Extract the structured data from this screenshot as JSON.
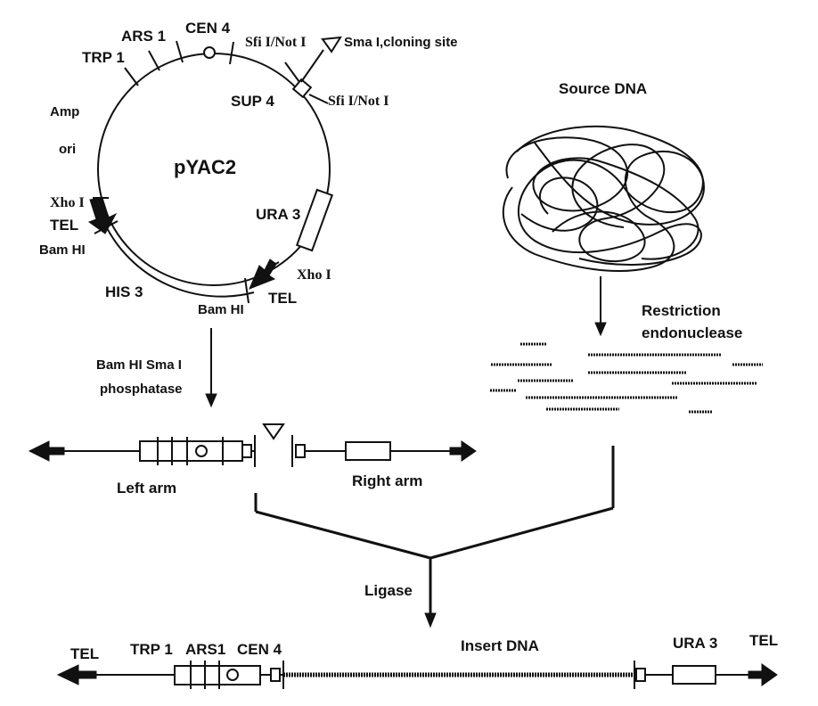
{
  "plasmid": {
    "name": "pYAC2",
    "labels": {
      "ars1": "ARS 1",
      "cen4": "CEN 4",
      "trp1": "TRP 1",
      "sfi_not_top": "Sfi I/Not I",
      "sma_cloning": "Sma I,cloning site",
      "sup4": "SUP 4",
      "sfi_not_bottom": "Sfi I/Not I",
      "amp": "Amp",
      "ori": "ori",
      "ura3": "URA 3",
      "xho_left": "Xho I",
      "tel_left": "TEL",
      "bam_left": "Bam HI",
      "his3": "HIS 3",
      "xho_right": "Xho I",
      "tel_right": "TEL",
      "bam_bottom": "Bam HI"
    }
  },
  "source": {
    "title": "Source DNA",
    "restriction_line1": "Restriction",
    "restriction_line2": "endonuclease"
  },
  "digest": {
    "line1": "Bam HI Sma I",
    "line2": "phosphatase"
  },
  "arms": {
    "left": "Left arm",
    "right": "Right arm"
  },
  "ligase": "Ligase",
  "final": {
    "tel_left": "TEL",
    "trp1": "TRP 1",
    "ars1": "ARS1",
    "cen4": "CEN 4",
    "insert": "Insert DNA",
    "ura3": "URA 3",
    "tel_right": "TEL"
  }
}
